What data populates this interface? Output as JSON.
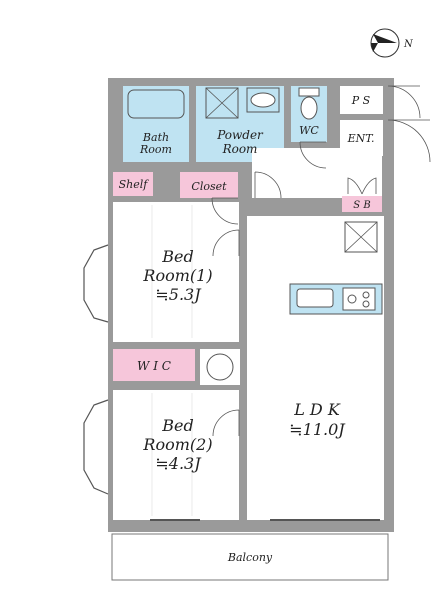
{
  "compass": {
    "label": "N"
  },
  "rooms": {
    "bath": {
      "line1": "Bath",
      "line2": "Room"
    },
    "powder": {
      "line1": "Powder",
      "line2": "Room"
    },
    "wc": {
      "label": "WC"
    },
    "ps": {
      "label": "P S"
    },
    "ent": {
      "label": "ENT."
    },
    "sb": {
      "label": "S B"
    },
    "shelf": {
      "label": "Shelf"
    },
    "closet": {
      "label": "Closet"
    },
    "bed1": {
      "line1": "Bed",
      "line2": "Room(1)",
      "area": "≒5.3J"
    },
    "wic": {
      "label": "W I C"
    },
    "bed2": {
      "line1": "Bed",
      "line2": "Room(2)",
      "area": "≒4.3J"
    },
    "ldk": {
      "line1": "L D K",
      "area": "≒11.0J"
    },
    "balcony": {
      "label": "Balcony"
    }
  },
  "colors": {
    "wet_area": "#bfe3f2",
    "storage": "#f6c6da",
    "wall": "#9a9a9a",
    "kitchen_counter": "#bfe3f2"
  }
}
